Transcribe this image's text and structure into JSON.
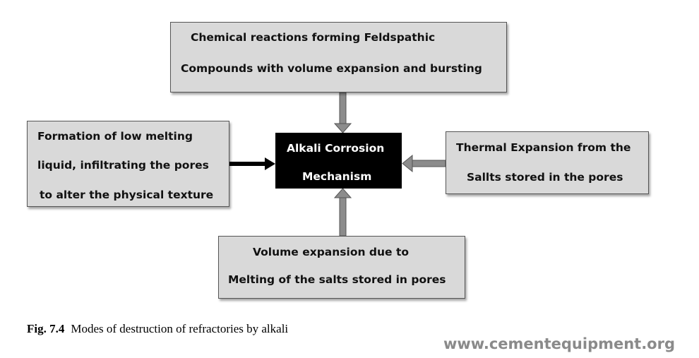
{
  "diagram": {
    "center": {
      "line1": "Alkali Corrosion",
      "line2": "Mechanism"
    },
    "top_box": {
      "line1": "Chemical reactions forming Feldspathic",
      "line2": "Compounds with volume expansion and bursting"
    },
    "left_box": {
      "line1": "Formation of low melting",
      "line2": "liquid, infiltrating the pores",
      "line3": "to alter the physical texture"
    },
    "right_box": {
      "line1": "Thermal Expansion from the",
      "line2": "Sallts stored in the pores"
    },
    "bottom_box": {
      "line1": "Volume expansion due to",
      "line2": "Melting of the salts stored in pores"
    }
  },
  "caption": {
    "label": "Fig. 7.4",
    "text": "Modes of destruction of refractories by alkali"
  },
  "watermark": "www.cementequipment.org",
  "colors": {
    "box_fill": "#d9d9d9",
    "box_border": "#555555",
    "center_fill": "#000000",
    "center_text": "#ffffff",
    "arrow_fill": "#8c8c8c",
    "watermark": "#8a8a8a"
  }
}
